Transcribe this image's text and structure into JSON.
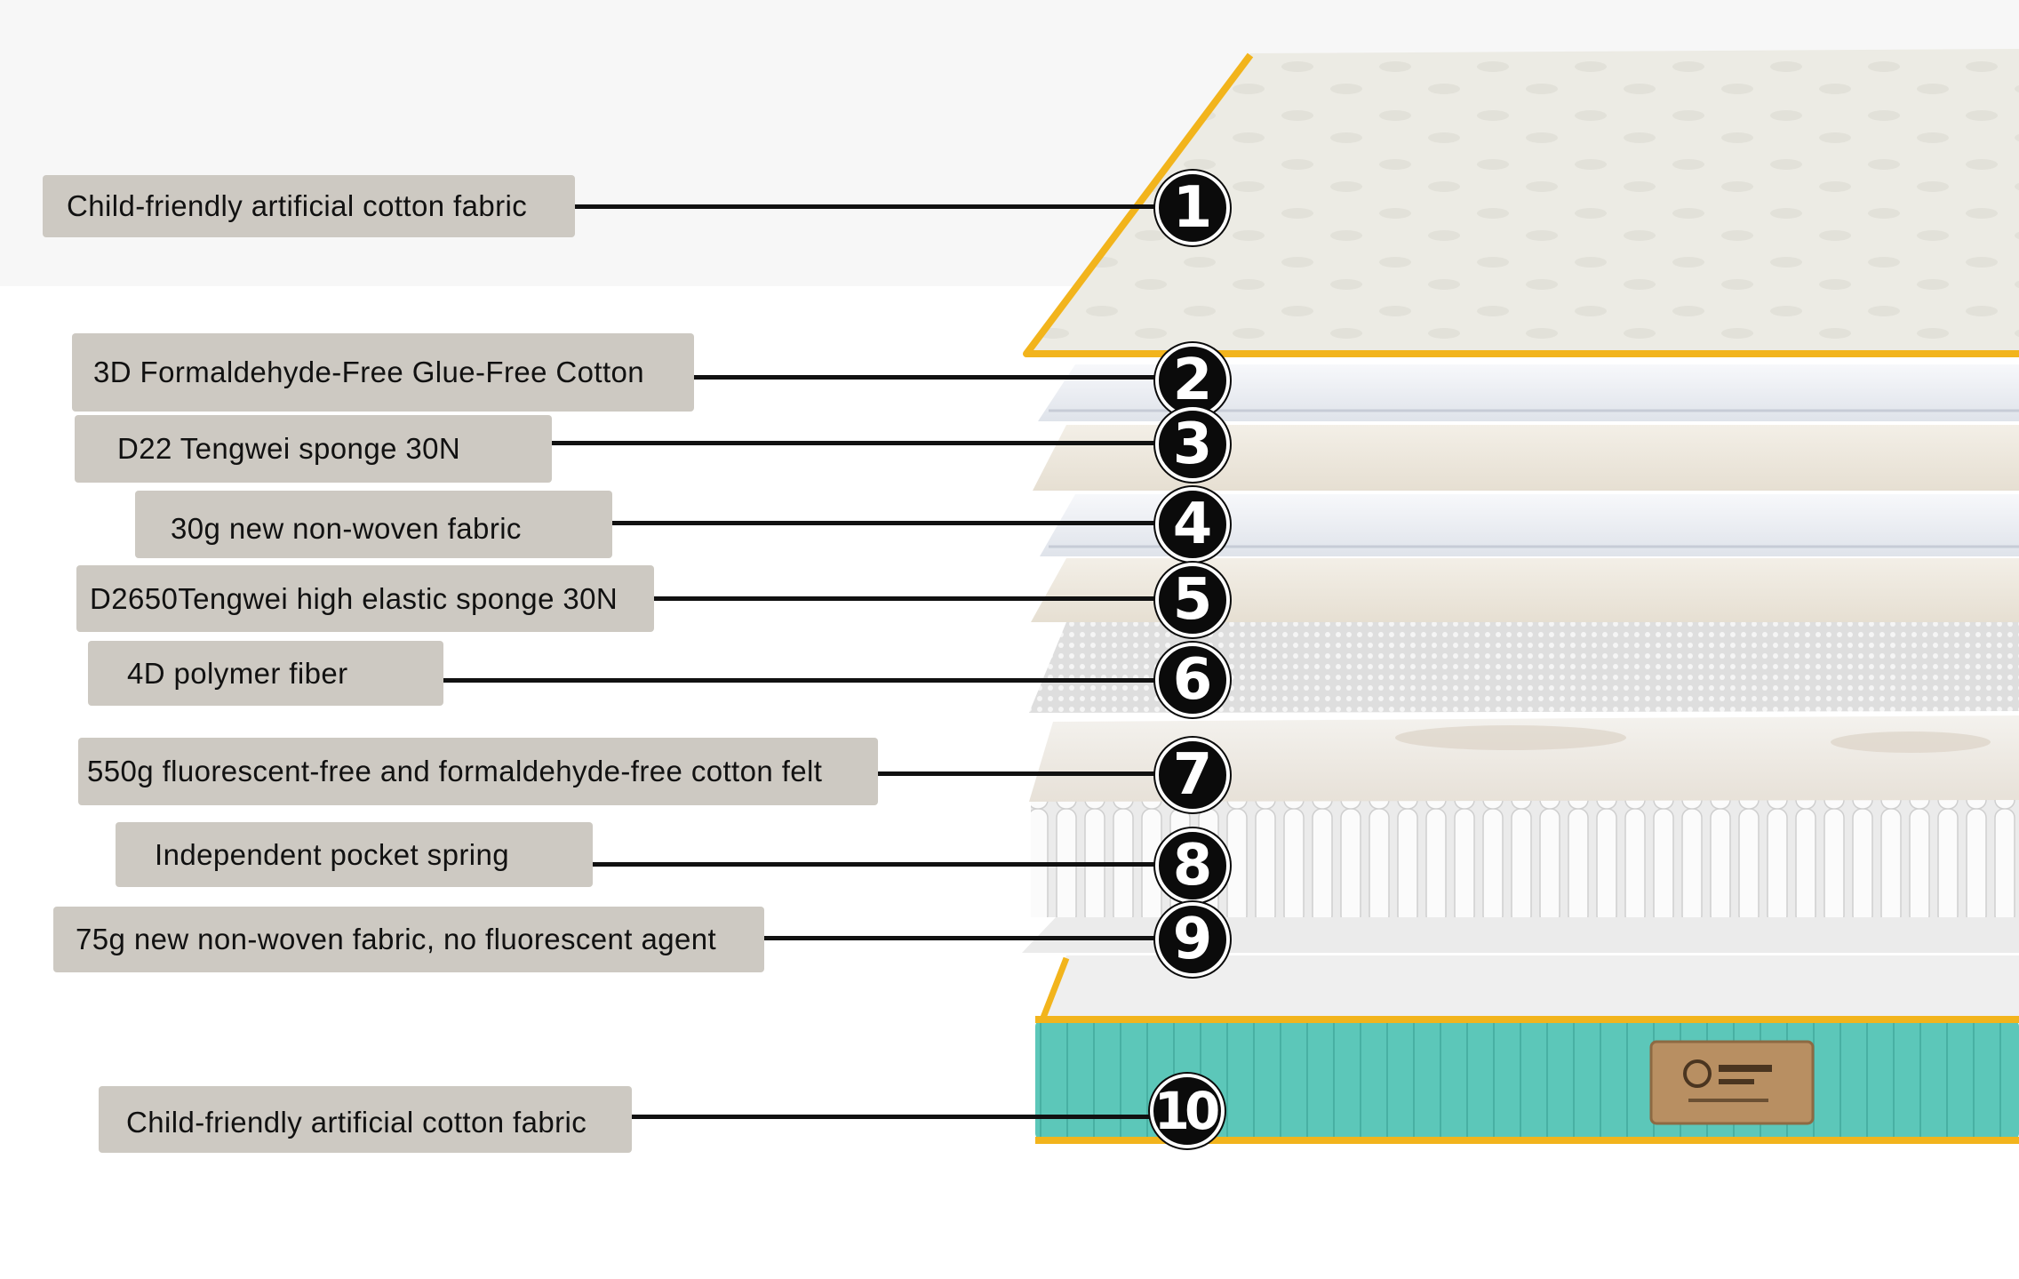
{
  "colors": {
    "label_bg": "#cdc9c2",
    "badge_bg": "#0b0b0b",
    "piping": "#f2b41c",
    "border_fabric": "#5cc7b9"
  },
  "layers": [
    {
      "number": "1",
      "label": "Child-friendly artificial cotton fabric"
    },
    {
      "number": "2",
      "label": "3D Formaldehyde-Free Glue-Free Cotton"
    },
    {
      "number": "3",
      "label": "D22 Tengwei sponge 30N"
    },
    {
      "number": "4",
      "label": "30g new non-woven fabric"
    },
    {
      "number": "5",
      "label": "D2650Tengwei high elastic sponge 30N"
    },
    {
      "number": "6",
      "label": "4D polymer fiber"
    },
    {
      "number": "7",
      "label": "550g fluorescent-free and formaldehyde-free cotton felt"
    },
    {
      "number": "8",
      "label": "Independent pocket spring"
    },
    {
      "number": "9",
      "label": "75g new non-woven fabric, no fluorescent agent"
    },
    {
      "number": "10",
      "label": "Child-friendly artificial cotton fabric"
    }
  ],
  "brand_tag": {
    "icon": "brand-logo-icon"
  }
}
